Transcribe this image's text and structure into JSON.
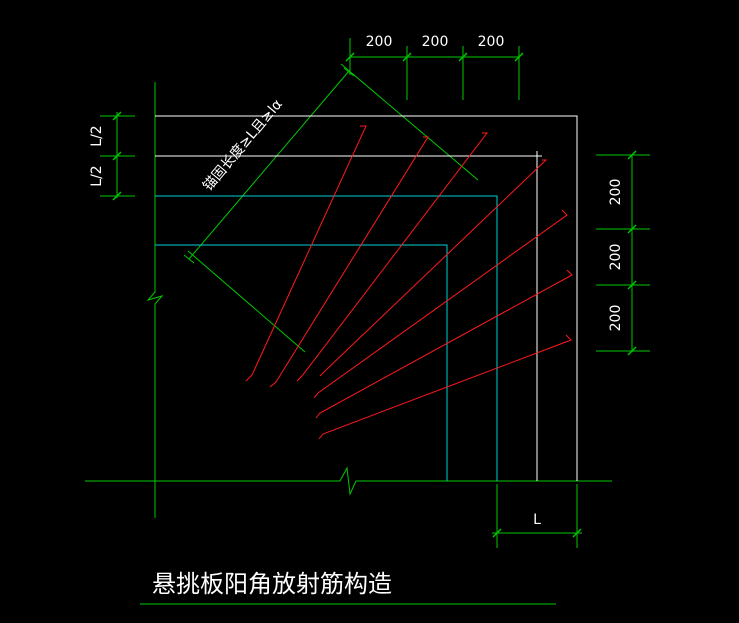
{
  "diagram": {
    "title": "悬挑板阳角放射筋构造",
    "dim_top": [
      "200",
      "200",
      "200"
    ],
    "dim_right": [
      "200",
      "200",
      "200"
    ],
    "dim_left": [
      "L/2",
      "L/2"
    ],
    "dim_bottom": "L",
    "anchor_label": "锚固长度≥L且≥lα"
  },
  "colors": {
    "background": "#000000",
    "dimension": "#00c800",
    "outline": "#ffffff",
    "inner_bars": "#00d0d0",
    "radial_bars": "#ff1a1a",
    "text": "#ffffff"
  }
}
